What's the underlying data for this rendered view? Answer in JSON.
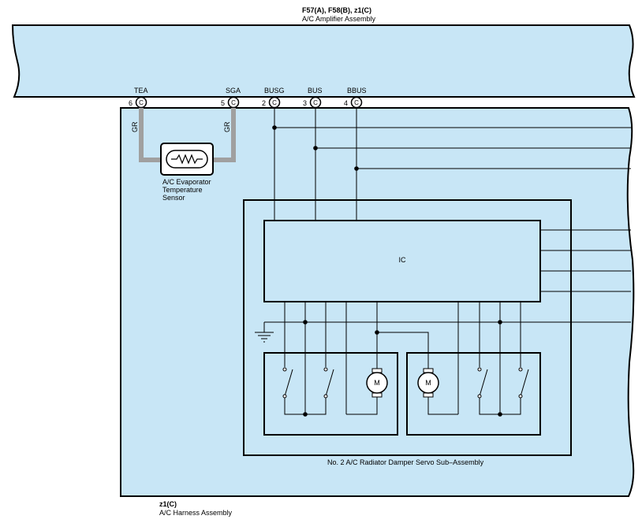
{
  "top_connector": {
    "codes": "F57(A), F58(B), z1(C)",
    "name": "A/C Amplifier Assembly"
  },
  "bottom_connector": {
    "code": "z1(C)",
    "name": "A/C Harness Assembly"
  },
  "terminals": [
    {
      "label": "TEA",
      "pin": "6",
      "connector": "C"
    },
    {
      "label": "SGA",
      "pin": "5",
      "connector": "C"
    },
    {
      "label": "BUSG",
      "pin": "2",
      "connector": "C"
    },
    {
      "label": "BUS",
      "pin": "3",
      "connector": "C"
    },
    {
      "label": "BBUS",
      "pin": "4",
      "connector": "C"
    }
  ],
  "wire_colors": {
    "left": "GR",
    "right": "GR"
  },
  "sensor": {
    "line1": "A/C Evaporator",
    "line2": "Temperature",
    "line3": "Sensor"
  },
  "ic_label": "IC",
  "motors": {
    "left": "M",
    "right": "M"
  },
  "servo": {
    "name": "No.  2 A/C Radiator Damper Servo Sub–Assembly"
  },
  "colors": {
    "amplifier_fill": "#c8e6f6",
    "harness_fill": "#c8e6f6",
    "wire_gray": "#a0a0a0",
    "line": "#000000"
  }
}
